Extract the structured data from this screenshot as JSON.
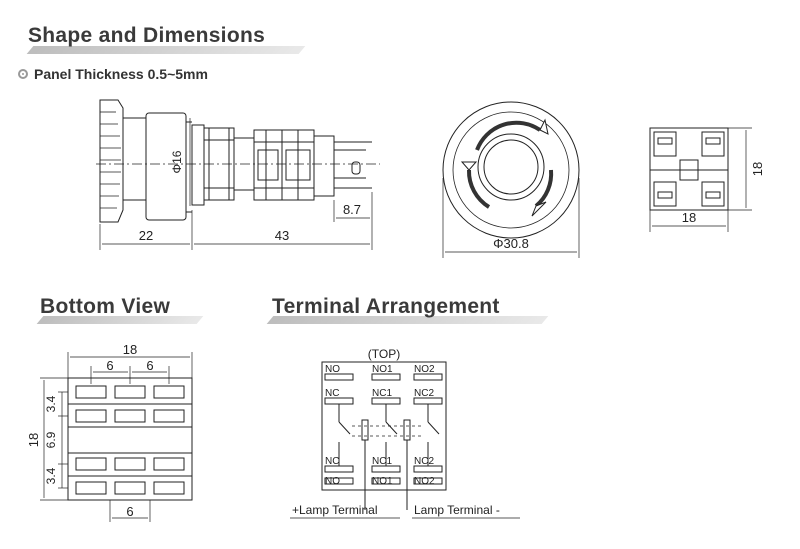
{
  "headings": {
    "shape": "Shape and Dimensions",
    "bottom": "Bottom View",
    "terminal": "Terminal Arrangement"
  },
  "panel_thickness": "Panel Thickness 0.5~5mm",
  "side_view": {
    "dia": "Φ16",
    "left_len": "22",
    "right_len": "43",
    "terminal_len": "8.7"
  },
  "front_view": {
    "dia": "Φ30.8"
  },
  "rear_view": {
    "width": "18",
    "height": "18"
  },
  "bottom_view": {
    "total": "18",
    "pitch_left": "6",
    "pitch_right": "6",
    "height": "18",
    "dim_a": "3.4",
    "dim_b": "6.9",
    "dim_c": "3.4",
    "bottom_pitch": "6"
  },
  "terminal": {
    "top": "(TOP)",
    "labels": [
      "NO",
      "NO1",
      "NO2",
      "NC",
      "NC1",
      "NC2",
      "NC",
      "NC1",
      "NC2",
      "NO",
      "NO1",
      "NO2"
    ],
    "lamp_plus": "+Lamp Terminal",
    "lamp_minus": "Lamp Terminal -"
  }
}
